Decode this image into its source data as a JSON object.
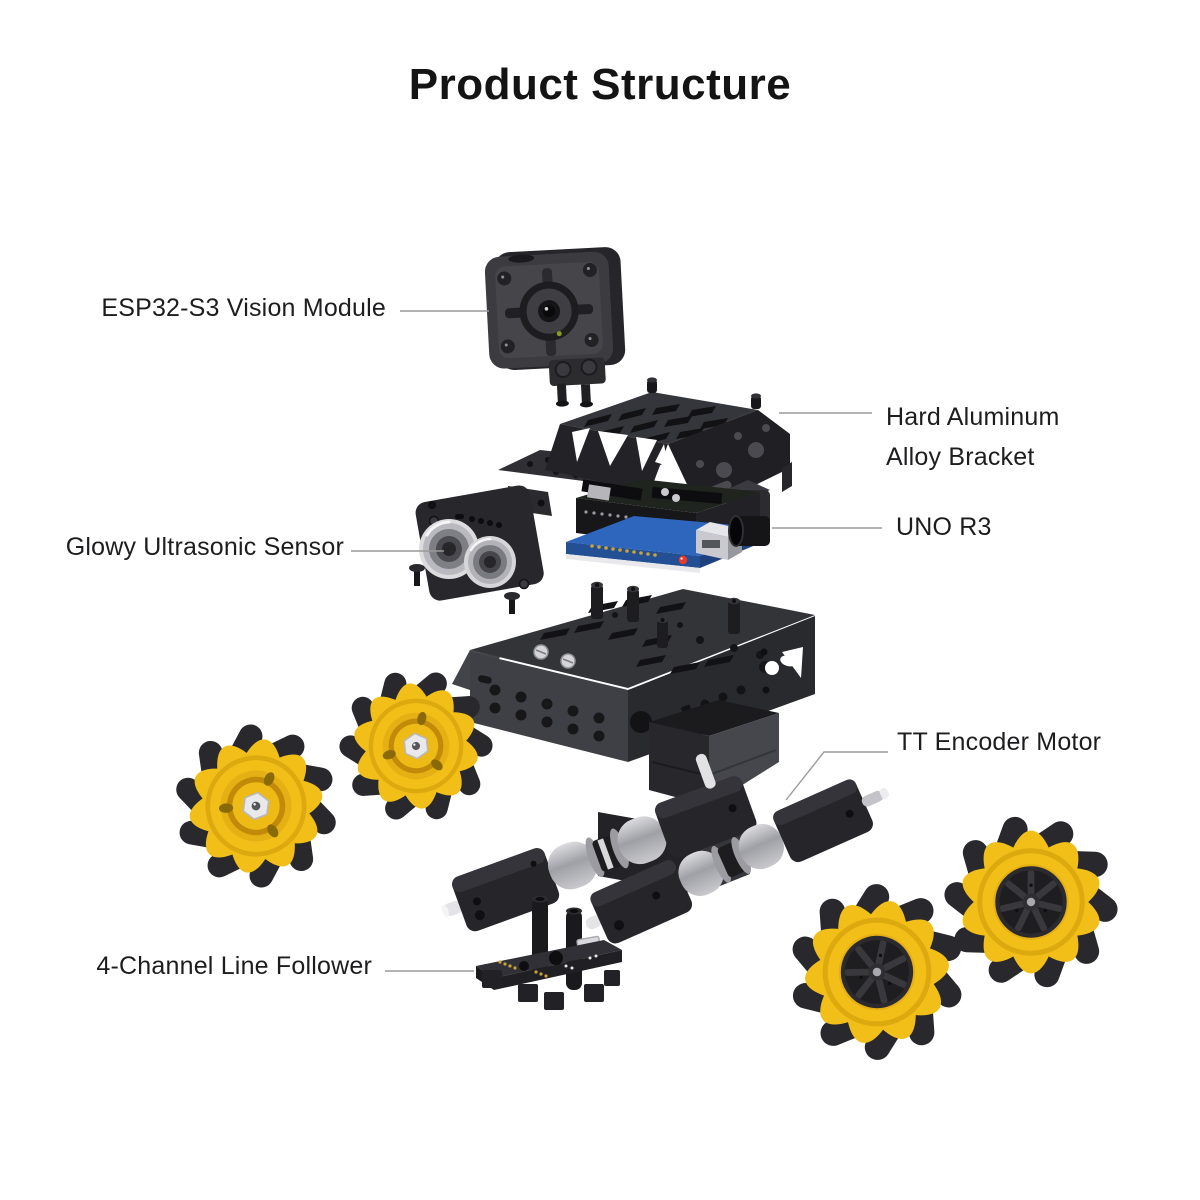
{
  "title": "Product Structure",
  "labels": {
    "esp32": {
      "text": "ESP32-S3 Vision Module"
    },
    "bracket": {
      "line1": "Hard Aluminum",
      "line2": "Alloy Bracket"
    },
    "uno": {
      "text": "UNO R3"
    },
    "ultrasonic": {
      "text": "Glowy Ultrasonic Sensor"
    },
    "tt_motor": {
      "text": "TT Encoder Motor"
    },
    "line_follower": {
      "text": "4-Channel Line Follower"
    }
  },
  "colors": {
    "background": "#ffffff",
    "label_text": "#1d1d1f",
    "leader_line": "#9a9a9a",
    "wheel_yellow": "#F2BF19",
    "part_black": "#2B2B2E",
    "pcb_blue": "#2E66BE"
  }
}
